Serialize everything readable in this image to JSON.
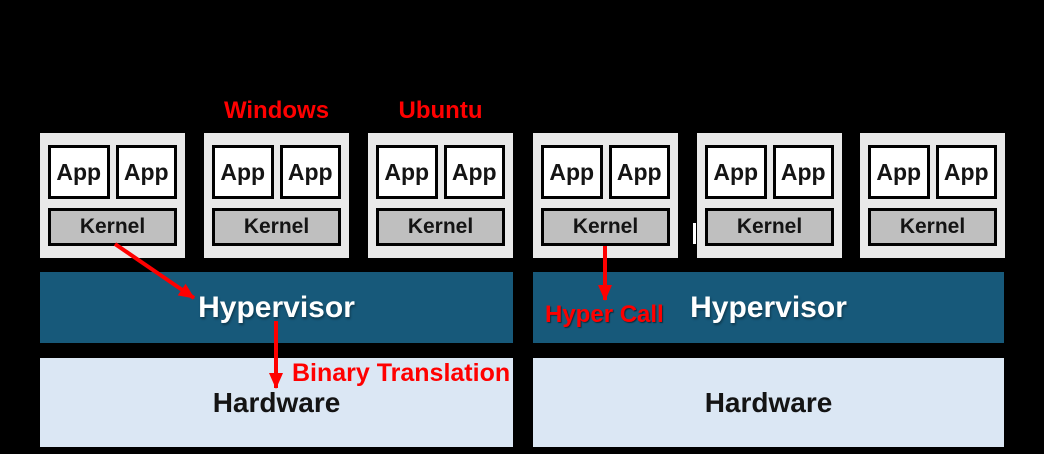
{
  "colors": {
    "background": "#000000",
    "red": "#ff0000",
    "teal": "#17597a",
    "lightblue": "#dbe7f4",
    "vmgray": "#e9e9e9",
    "kernelgray": "#bfbfbf",
    "appwhite": "#ffffff"
  },
  "annotations": {
    "windows": "Windows",
    "ubuntu": "Ubuntu",
    "hyper_call": "Hyper Call",
    "binary_translation": "Binary Translation"
  },
  "groups": [
    {
      "hypervisor": "Hypervisor",
      "hardware": "Hardware",
      "vms": [
        {
          "apps": [
            "App",
            "App"
          ],
          "kernel": "Kernel"
        },
        {
          "apps": [
            "App",
            "App"
          ],
          "kernel": "Kernel"
        },
        {
          "apps": [
            "App",
            "App"
          ],
          "kernel": "Kernel"
        }
      ]
    },
    {
      "hypervisor": "Hypervisor",
      "hardware": "Hardware",
      "vms": [
        {
          "apps": [
            "App",
            "App"
          ],
          "kernel": "Kernel"
        },
        {
          "apps": [
            "App",
            "App"
          ],
          "kernel": "Kernel"
        },
        {
          "apps": [
            "App",
            "App"
          ],
          "kernel": "Kernel"
        }
      ]
    }
  ]
}
